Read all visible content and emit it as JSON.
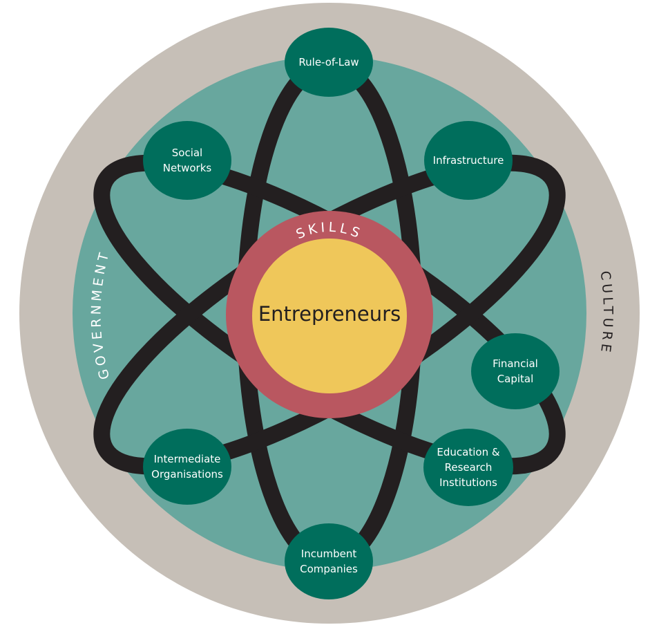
{
  "diagram": {
    "center": "Entrepreneurs",
    "inner_ring": "SKILLS",
    "outer_ring_left": "GOVERNMENT",
    "outer_ring_right": "CULTURE",
    "nodes": [
      {
        "id": "rule-of-law",
        "lines": [
          "Rule-of-Law"
        ]
      },
      {
        "id": "social-networks",
        "lines": [
          "Social",
          "Networks"
        ]
      },
      {
        "id": "infrastructure",
        "lines": [
          "Infrastructure"
        ]
      },
      {
        "id": "financial-capital",
        "lines": [
          "Financial",
          "Capital"
        ]
      },
      {
        "id": "education-research",
        "lines": [
          "Education &",
          "Research",
          "Institutions"
        ]
      },
      {
        "id": "incumbent-companies",
        "lines": [
          "Incumbent",
          "Companies"
        ]
      },
      {
        "id": "intermediate-organisations",
        "lines": [
          "Intermediate",
          "Organisations"
        ]
      }
    ]
  },
  "colors": {
    "outer_ring": "#c6bfb7",
    "field": "#68a79e",
    "node": "#006e5c",
    "orbit": "#231f20",
    "skills": "#b95760",
    "center": "#efc75a"
  }
}
